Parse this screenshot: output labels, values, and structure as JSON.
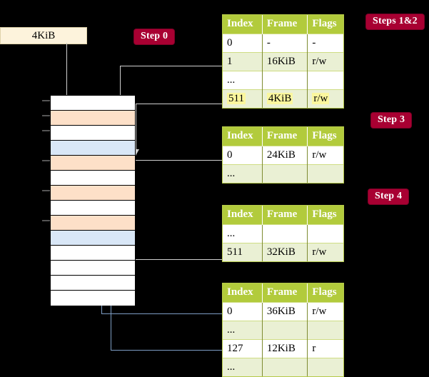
{
  "diagram": {
    "title_absent": true,
    "virtual_address": {
      "label": "4KiB"
    },
    "badges": [
      {
        "id": "step0",
        "label": "Step 0"
      },
      {
        "id": "steps12",
        "label": "Steps 1&2"
      },
      {
        "id": "step3",
        "label": "Step 3"
      },
      {
        "id": "step4",
        "label": "Step 4"
      }
    ],
    "columns": [
      "Index",
      "Frame",
      "Flags"
    ],
    "tables": [
      {
        "id": "level4-table",
        "step": "Steps 1&2",
        "rows": [
          {
            "index": "0",
            "frame": "-",
            "flags": "-",
            "alt": false,
            "highlight": false
          },
          {
            "index": "1",
            "frame": "16KiB",
            "flags": "r/w",
            "alt": true,
            "highlight": false
          },
          {
            "index": "...",
            "frame": "",
            "flags": "",
            "alt": false,
            "highlight": false
          },
          {
            "index": "511",
            "frame": "4KiB",
            "flags": "r/w",
            "alt": true,
            "highlight": true
          }
        ]
      },
      {
        "id": "level3-table",
        "step": "Step 3",
        "rows": [
          {
            "index": "0",
            "frame": "24KiB",
            "flags": "r/w",
            "alt": false,
            "highlight": false
          },
          {
            "index": "...",
            "frame": "",
            "flags": "",
            "alt": true,
            "highlight": false
          }
        ]
      },
      {
        "id": "level2-table",
        "step": "Step 4",
        "rows": [
          {
            "index": "...",
            "frame": "",
            "flags": "",
            "alt": false,
            "highlight": false
          },
          {
            "index": "511",
            "frame": "32KiB",
            "flags": "r/w",
            "alt": true,
            "highlight": false
          }
        ]
      },
      {
        "id": "level1-table",
        "step": "",
        "rows": [
          {
            "index": "0",
            "frame": "36KiB",
            "flags": "r/w",
            "alt": false,
            "highlight": false
          },
          {
            "index": "...",
            "frame": "",
            "flags": "",
            "alt": true,
            "highlight": false
          },
          {
            "index": "127",
            "frame": "12KiB",
            "flags": "r",
            "alt": false,
            "highlight": false
          },
          {
            "index": "...",
            "frame": "",
            "flags": "",
            "alt": true,
            "highlight": false
          }
        ]
      }
    ],
    "memory_rows": [
      {
        "fill": "white"
      },
      {
        "fill": "peach"
      },
      {
        "fill": "white"
      },
      {
        "fill": "blue"
      },
      {
        "fill": "peach"
      },
      {
        "fill": "white"
      },
      {
        "fill": "peach"
      },
      {
        "fill": "white"
      },
      {
        "fill": "peach"
      },
      {
        "fill": "blue"
      },
      {
        "fill": "white"
      },
      {
        "fill": "white"
      },
      {
        "fill": "white"
      },
      {
        "fill": "white"
      }
    ],
    "colors": {
      "badge": "#a80032",
      "table_header": "#b2cb3c",
      "table_alt_row": "#eaf0d4",
      "highlight": "#fbf79e",
      "vbox": "#fdf3dc",
      "memory_peach": "#fde0c8",
      "memory_blue": "#d9e7f7",
      "connector_gray": "#cfcfcf",
      "connector_blue": "#7d9dc4",
      "background": "#000000"
    }
  }
}
